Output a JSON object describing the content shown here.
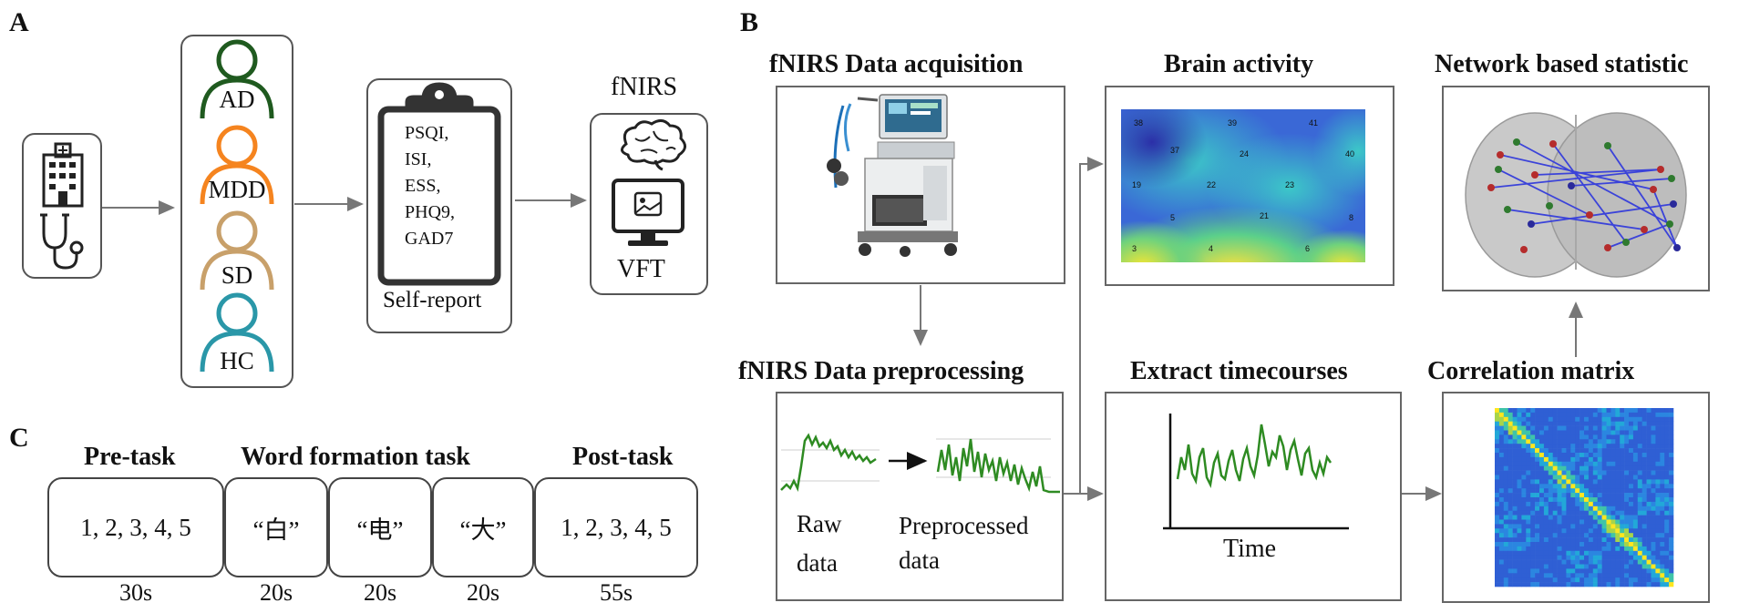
{
  "panels": {
    "a": "A",
    "b": "B",
    "c": "C"
  },
  "panel_a": {
    "groups": [
      "AD",
      "MDD",
      "SD",
      "HC"
    ],
    "group_colors": [
      "#1f5a1f",
      "#f5841f",
      "#c8a06a",
      "#2a97a8"
    ],
    "questionnaires": [
      "PSQI,",
      "ISI,",
      "ESS,",
      "PHQ9,",
      "GAD7"
    ],
    "self_report_label": "Self-report",
    "fnirs_label": "fNIRS",
    "vft_label": "VFT",
    "icons": [
      "hospital-icon",
      "stethoscope-icon",
      "person-icon",
      "clipboard-icon",
      "brain-icon",
      "monitor-icon"
    ]
  },
  "panel_b": {
    "acquisition_title": "fNIRS Data acquisition",
    "brain_activity_title": "Brain activity",
    "network_title": "Network based statistic",
    "preprocessing_title": "fNIRS Data preprocessing",
    "timecourses_title": "Extract timecourses",
    "correlation_title": "Correlation matrix",
    "raw_label_1": "Raw",
    "raw_label_2": "data",
    "pre_label_1": "Preprocessed",
    "pre_label_2": "data",
    "time_label": "Time",
    "channel_labels": [
      "38",
      "39",
      "41",
      "37",
      "24",
      "40",
      "19",
      "22",
      "23",
      "5",
      "21",
      "8",
      "3",
      "4",
      "6"
    ],
    "signal_color": "#2e8b22"
  },
  "panel_c": {
    "pretask_title": "Pre-task",
    "wordtask_title": "Word formation task",
    "posttask_title": "Post-task",
    "segments": [
      "1, 2, 3, 4, 5",
      "“白”",
      "“电”",
      "“大”",
      "1, 2, 3, 4, 5"
    ],
    "durations": [
      "30s",
      "20s",
      "20s",
      "20s",
      "55s"
    ]
  }
}
